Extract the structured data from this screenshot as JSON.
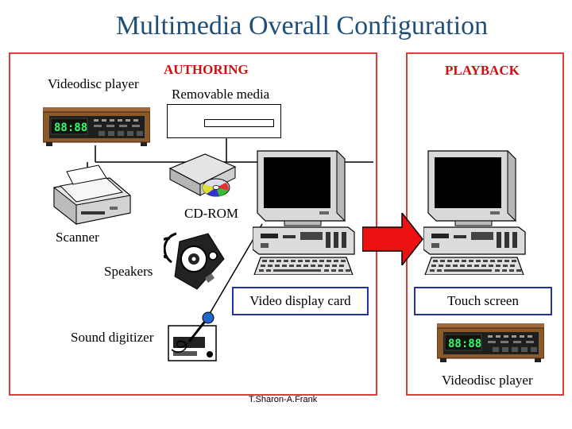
{
  "title": "Multimedia Overall Configuration",
  "authoring": {
    "heading": "AUTHORING",
    "labels": {
      "videodisc_player": "Videodisc player",
      "removable_media": "Removable media",
      "cd_rom": "CD-ROM",
      "scanner": "Scanner",
      "speakers": "Speakers",
      "video_display_card": "Video display card",
      "sound_digitizer": "Sound digitizer"
    }
  },
  "playback": {
    "heading": "PLAYBACK",
    "labels": {
      "touch_screen": "Touch screen",
      "videodisc_player": "Videodisc player"
    }
  },
  "devices": {
    "vcr_display": "88:88"
  },
  "credit": "T.Sharon-A.Frank",
  "colors": {
    "title": "#1f4e79",
    "frame": "#e03c3c",
    "heading": "#cc1111",
    "label_box": "#2233aa",
    "arrow": "#ee1111",
    "vcr_body": "#8b5a2b"
  }
}
